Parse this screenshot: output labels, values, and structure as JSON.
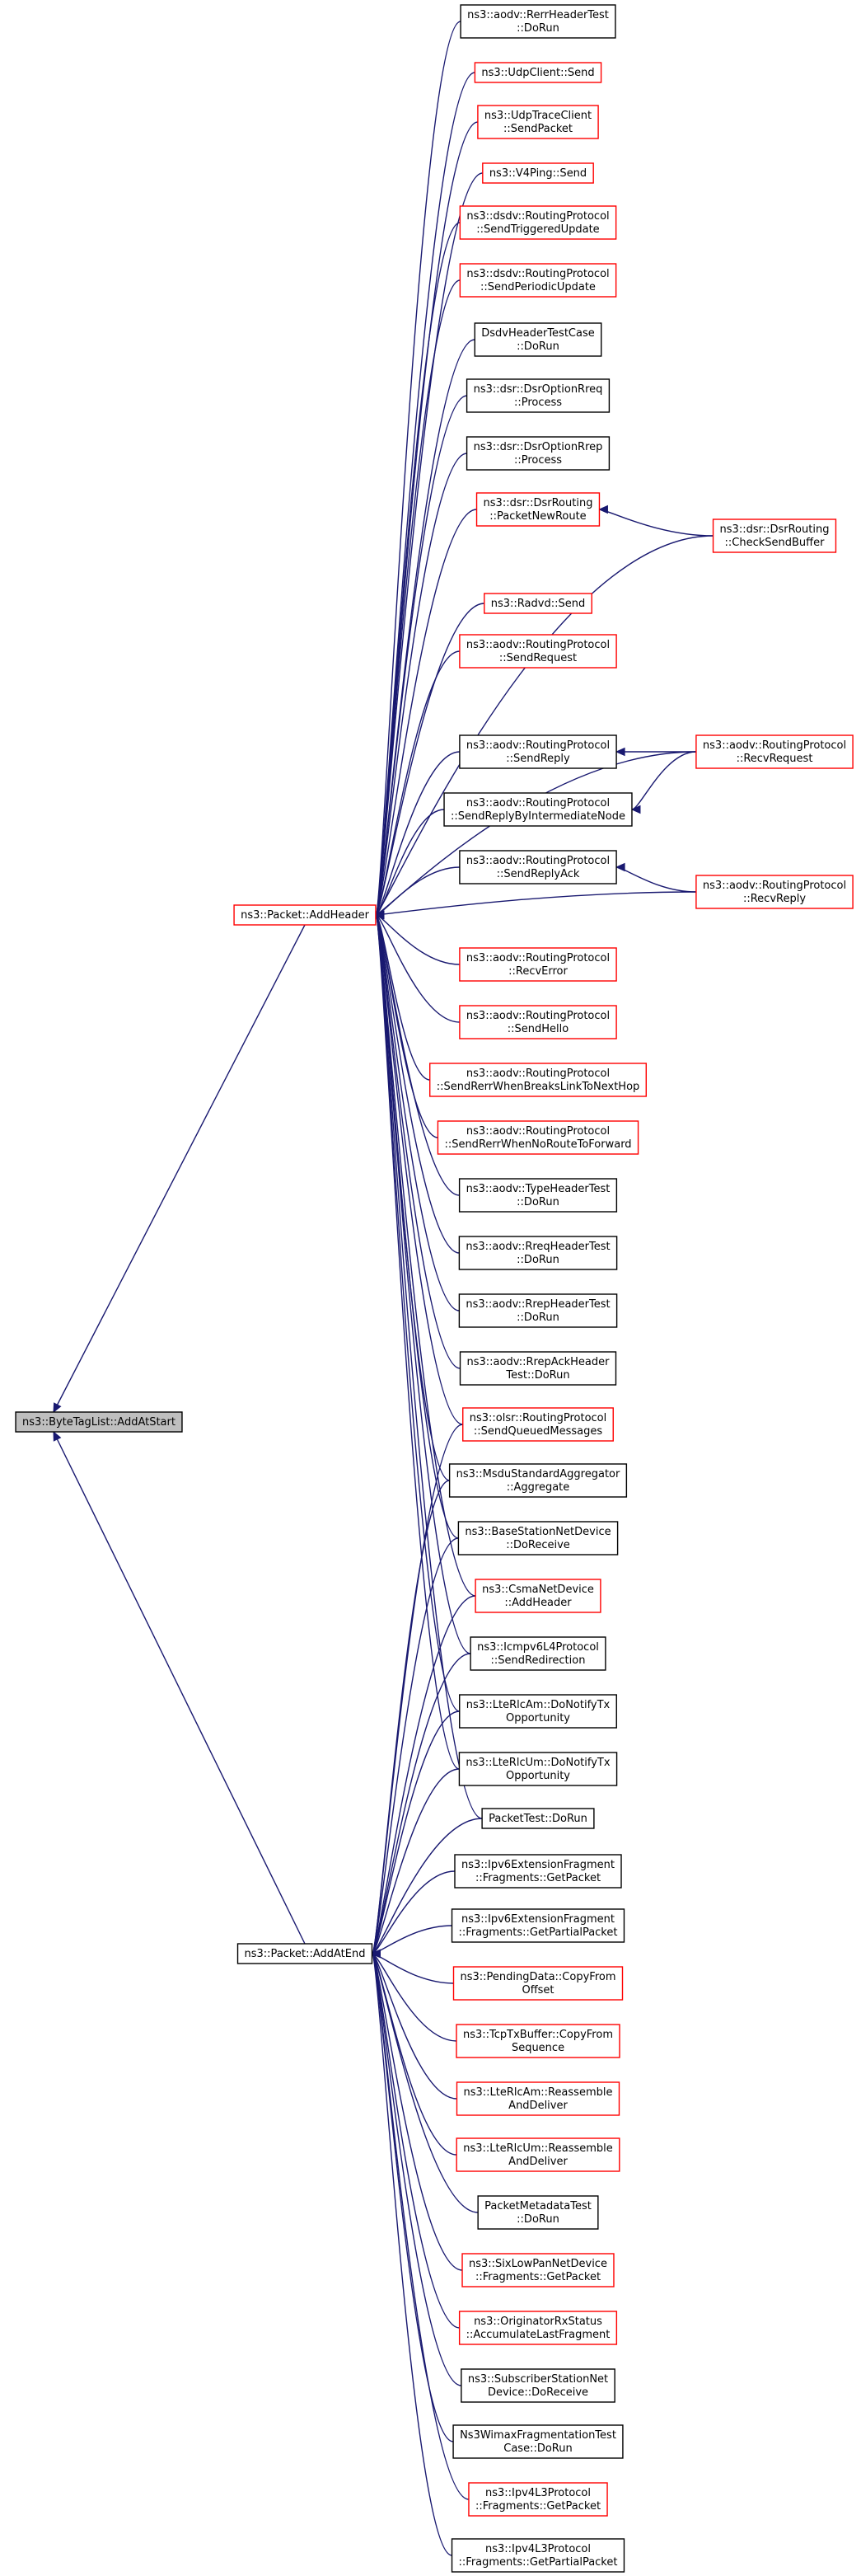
{
  "nodes": [
    {
      "id": "root",
      "lines": [
        "ns3::ByteTagList::AddAtStart"
      ],
      "color": "gray"
    },
    {
      "id": "addheader",
      "lines": [
        "ns3::Packet::AddHeader"
      ],
      "color": "red"
    },
    {
      "id": "addatend",
      "lines": [
        "ns3::Packet::AddAtEnd"
      ],
      "color": "black"
    },
    {
      "id": "h1",
      "lines": [
        "ns3::aodv::RerrHeaderTest",
        "::DoRun"
      ],
      "color": "black"
    },
    {
      "id": "h2",
      "lines": [
        "ns3::UdpClient::Send"
      ],
      "color": "red"
    },
    {
      "id": "h3",
      "lines": [
        "ns3::UdpTraceClient",
        "::SendPacket"
      ],
      "color": "red"
    },
    {
      "id": "h4",
      "lines": [
        "ns3::V4Ping::Send"
      ],
      "color": "red"
    },
    {
      "id": "h5",
      "lines": [
        "ns3::dsdv::RoutingProtocol",
        "::SendTriggeredUpdate"
      ],
      "color": "red"
    },
    {
      "id": "h6",
      "lines": [
        "ns3::dsdv::RoutingProtocol",
        "::SendPeriodicUpdate"
      ],
      "color": "red"
    },
    {
      "id": "h7",
      "lines": [
        "DsdvHeaderTestCase",
        "::DoRun"
      ],
      "color": "black"
    },
    {
      "id": "h8",
      "lines": [
        "ns3::dsr::DsrOptionRreq",
        "::Process"
      ],
      "color": "black"
    },
    {
      "id": "h9",
      "lines": [
        "ns3::dsr::DsrOptionRrep",
        "::Process"
      ],
      "color": "black"
    },
    {
      "id": "h10",
      "lines": [
        "ns3::dsr::DsrRouting",
        "::PacketNewRoute"
      ],
      "color": "red"
    },
    {
      "id": "h10b",
      "lines": [
        "ns3::dsr::DsrRouting",
        "::CheckSendBuffer"
      ],
      "color": "red"
    },
    {
      "id": "h11",
      "lines": [
        "ns3::Radvd::Send"
      ],
      "color": "red"
    },
    {
      "id": "h12",
      "lines": [
        "ns3::aodv::RoutingProtocol",
        "::SendRequest"
      ],
      "color": "red"
    },
    {
      "id": "h13",
      "lines": [
        "ns3::aodv::RoutingProtocol",
        "::SendReply"
      ],
      "color": "black"
    },
    {
      "id": "h13b",
      "lines": [
        "ns3::aodv::RoutingProtocol",
        "::RecvRequest"
      ],
      "color": "red"
    },
    {
      "id": "h14",
      "lines": [
        "ns3::aodv::RoutingProtocol",
        "::SendReplyByIntermediateNode"
      ],
      "color": "black"
    },
    {
      "id": "h15",
      "lines": [
        "ns3::aodv::RoutingProtocol",
        "::SendReplyAck"
      ],
      "color": "black"
    },
    {
      "id": "h15b",
      "lines": [
        "ns3::aodv::RoutingProtocol",
        "::RecvReply"
      ],
      "color": "red"
    },
    {
      "id": "h16",
      "lines": [
        "ns3::aodv::RoutingProtocol",
        "::RecvError"
      ],
      "color": "red"
    },
    {
      "id": "h17",
      "lines": [
        "ns3::aodv::RoutingProtocol",
        "::SendHello"
      ],
      "color": "red"
    },
    {
      "id": "h18",
      "lines": [
        "ns3::aodv::RoutingProtocol",
        "::SendRerrWhenBreaksLinkToNextHop"
      ],
      "color": "red"
    },
    {
      "id": "h19",
      "lines": [
        "ns3::aodv::RoutingProtocol",
        "::SendRerrWhenNoRouteToForward"
      ],
      "color": "red"
    },
    {
      "id": "h20",
      "lines": [
        "ns3::aodv::TypeHeaderTest",
        "::DoRun"
      ],
      "color": "black"
    },
    {
      "id": "h21",
      "lines": [
        "ns3::aodv::RreqHeaderTest",
        "::DoRun"
      ],
      "color": "black"
    },
    {
      "id": "h22",
      "lines": [
        "ns3::aodv::RrepHeaderTest",
        "::DoRun"
      ],
      "color": "black"
    },
    {
      "id": "h23",
      "lines": [
        "ns3::aodv::RrepAckHeader",
        "Test::DoRun"
      ],
      "color": "black"
    },
    {
      "id": "h24",
      "lines": [
        "ns3::olsr::RoutingProtocol",
        "::SendQueuedMessages"
      ],
      "color": "red"
    },
    {
      "id": "s1",
      "lines": [
        "ns3::MsduStandardAggregator",
        "::Aggregate"
      ],
      "color": "black"
    },
    {
      "id": "s2",
      "lines": [
        "ns3::BaseStationNetDevice",
        "::DoReceive"
      ],
      "color": "black"
    },
    {
      "id": "s3",
      "lines": [
        "ns3::CsmaNetDevice",
        "::AddHeader"
      ],
      "color": "red"
    },
    {
      "id": "s4",
      "lines": [
        "ns3::Icmpv6L4Protocol",
        "::SendRedirection"
      ],
      "color": "black"
    },
    {
      "id": "s5",
      "lines": [
        "ns3::LteRlcAm::DoNotifyTx",
        "Opportunity"
      ],
      "color": "black"
    },
    {
      "id": "s6",
      "lines": [
        "ns3::LteRlcUm::DoNotifyTx",
        "Opportunity"
      ],
      "color": "black"
    },
    {
      "id": "s7",
      "lines": [
        "PacketTest::DoRun"
      ],
      "color": "black"
    },
    {
      "id": "e1",
      "lines": [
        "ns3::Ipv6ExtensionFragment",
        "::Fragments::GetPacket"
      ],
      "color": "black"
    },
    {
      "id": "e2",
      "lines": [
        "ns3::Ipv6ExtensionFragment",
        "::Fragments::GetPartialPacket"
      ],
      "color": "black"
    },
    {
      "id": "e3",
      "lines": [
        "ns3::PendingData::CopyFrom",
        "Offset"
      ],
      "color": "red"
    },
    {
      "id": "e4",
      "lines": [
        "ns3::TcpTxBuffer::CopyFrom",
        "Sequence"
      ],
      "color": "red"
    },
    {
      "id": "e5",
      "lines": [
        "ns3::LteRlcAm::Reassemble",
        "AndDeliver"
      ],
      "color": "red"
    },
    {
      "id": "e6",
      "lines": [
        "ns3::LteRlcUm::Reassemble",
        "AndDeliver"
      ],
      "color": "red"
    },
    {
      "id": "e7",
      "lines": [
        "PacketMetadataTest",
        "::DoRun"
      ],
      "color": "black"
    },
    {
      "id": "e8",
      "lines": [
        "ns3::SixLowPanNetDevice",
        "::Fragments::GetPacket"
      ],
      "color": "red"
    },
    {
      "id": "e9",
      "lines": [
        "ns3::OriginatorRxStatus",
        "::AccumulateLastFragment"
      ],
      "color": "red"
    },
    {
      "id": "e10",
      "lines": [
        "ns3::SubscriberStationNet",
        "Device::DoReceive"
      ],
      "color": "black"
    },
    {
      "id": "e11",
      "lines": [
        "Ns3WimaxFragmentationTest",
        "Case::DoRun"
      ],
      "color": "black"
    },
    {
      "id": "e12",
      "lines": [
        "ns3::Ipv4L3Protocol",
        "::Fragments::GetPacket"
      ],
      "color": "red"
    },
    {
      "id": "e13",
      "lines": [
        "ns3::Ipv4L3Protocol",
        "::Fragments::GetPartialPacket"
      ],
      "color": "black"
    }
  ],
  "edges": [
    [
      "addheader",
      "root"
    ],
    [
      "addatend",
      "root"
    ],
    [
      "h1",
      "addheader"
    ],
    [
      "h2",
      "addheader"
    ],
    [
      "h3",
      "addheader"
    ],
    [
      "h4",
      "addheader"
    ],
    [
      "h5",
      "addheader"
    ],
    [
      "h6",
      "addheader"
    ],
    [
      "h7",
      "addheader"
    ],
    [
      "h8",
      "addheader"
    ],
    [
      "h9",
      "addheader"
    ],
    [
      "h10",
      "addheader"
    ],
    [
      "h10b",
      "h10"
    ],
    [
      "h10b",
      "addheader"
    ],
    [
      "h11",
      "addheader"
    ],
    [
      "h12",
      "addheader"
    ],
    [
      "h13",
      "addheader"
    ],
    [
      "h13b",
      "h13"
    ],
    [
      "h13b",
      "h14"
    ],
    [
      "h13b",
      "addheader"
    ],
    [
      "h14",
      "addheader"
    ],
    [
      "h15",
      "addheader"
    ],
    [
      "h15b",
      "h15"
    ],
    [
      "h15b",
      "addheader"
    ],
    [
      "h16",
      "addheader"
    ],
    [
      "h17",
      "addheader"
    ],
    [
      "h18",
      "addheader"
    ],
    [
      "h19",
      "addheader"
    ],
    [
      "h20",
      "addheader"
    ],
    [
      "h21",
      "addheader"
    ],
    [
      "h22",
      "addheader"
    ],
    [
      "h23",
      "addheader"
    ],
    [
      "h24",
      "addheader"
    ],
    [
      "s1",
      "addheader"
    ],
    [
      "s2",
      "addheader"
    ],
    [
      "s3",
      "addheader"
    ],
    [
      "s4",
      "addheader"
    ],
    [
      "s5",
      "addheader"
    ],
    [
      "s6",
      "addheader"
    ],
    [
      "s7",
      "addheader"
    ],
    [
      "s1",
      "addatend"
    ],
    [
      "s2",
      "addatend"
    ],
    [
      "s3",
      "addatend"
    ],
    [
      "s4",
      "addatend"
    ],
    [
      "s5",
      "addatend"
    ],
    [
      "s6",
      "addatend"
    ],
    [
      "s7",
      "addatend"
    ],
    [
      "h24",
      "addatend"
    ],
    [
      "e1",
      "addatend"
    ],
    [
      "e2",
      "addatend"
    ],
    [
      "e3",
      "addatend"
    ],
    [
      "e4",
      "addatend"
    ],
    [
      "e5",
      "addatend"
    ],
    [
      "e6",
      "addatend"
    ],
    [
      "e7",
      "addatend"
    ],
    [
      "e8",
      "addatend"
    ],
    [
      "e9",
      "addatend"
    ],
    [
      "e10",
      "addatend"
    ],
    [
      "e11",
      "addatend"
    ],
    [
      "e12",
      "addatend"
    ],
    [
      "e13",
      "addatend"
    ]
  ]
}
